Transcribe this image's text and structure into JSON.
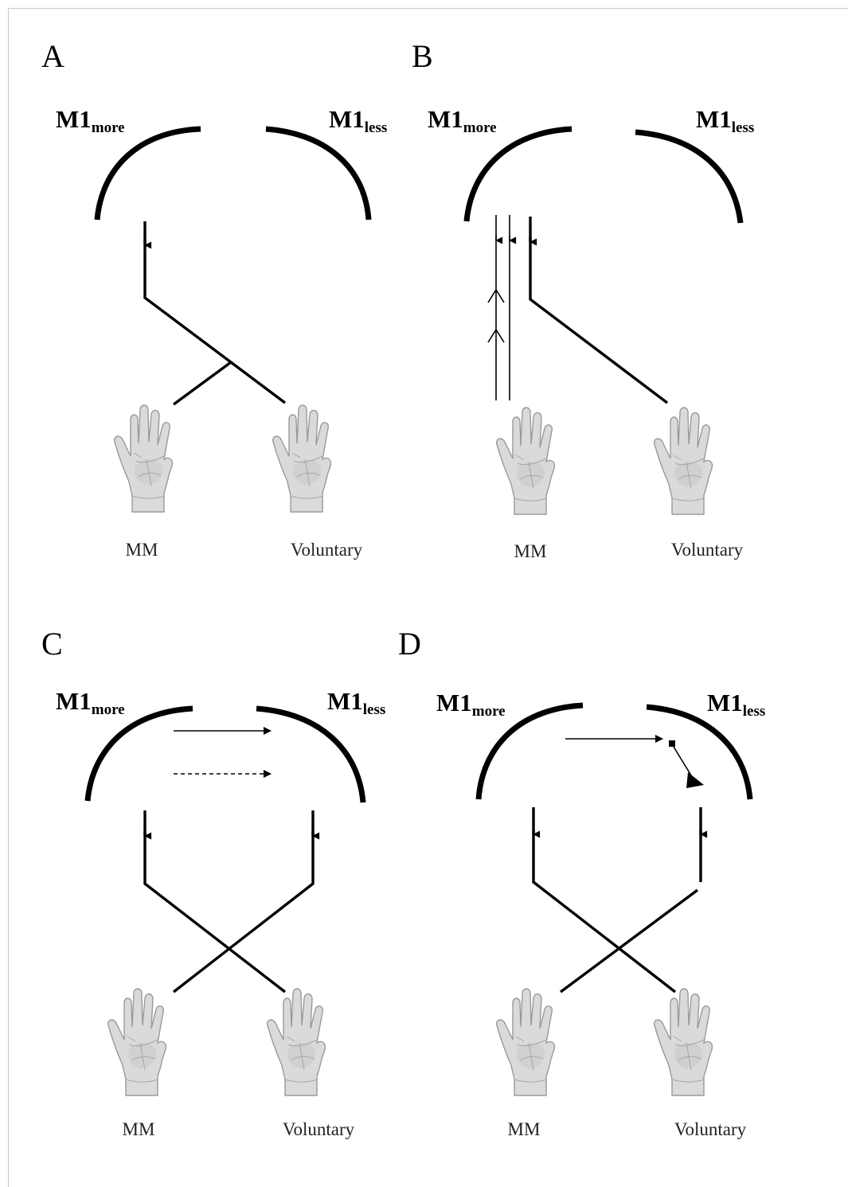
{
  "panels": {
    "a": {
      "letter": "A",
      "m1_left": "M1",
      "m1_left_sub": "more",
      "m1_right": "M1",
      "m1_right_sub": "less",
      "hand_left": "MM",
      "hand_right": "Voluntary"
    },
    "b": {
      "letter": "B",
      "m1_left": "M1",
      "m1_left_sub": "more",
      "m1_right": "M1",
      "m1_right_sub": "less",
      "hand_left": "MM",
      "hand_right": "Voluntary"
    },
    "c": {
      "letter": "C",
      "m1_left": "M1",
      "m1_left_sub": "more",
      "m1_right": "M1",
      "m1_right_sub": "less",
      "hand_left": "MM",
      "hand_right": "Voluntary"
    },
    "d": {
      "letter": "D",
      "m1_left": "M1",
      "m1_left_sub": "more",
      "m1_right": "M1",
      "m1_right_sub": "less",
      "hand_left": "MM",
      "hand_right": "Voluntary"
    }
  },
  "icons": {
    "hand": "open-palm-hand-icon",
    "arrowhead": "arrowhead-icon"
  },
  "colors": {
    "lines": "#000000",
    "hand_fill": "#dadada",
    "frame": "#c8c8c8"
  }
}
